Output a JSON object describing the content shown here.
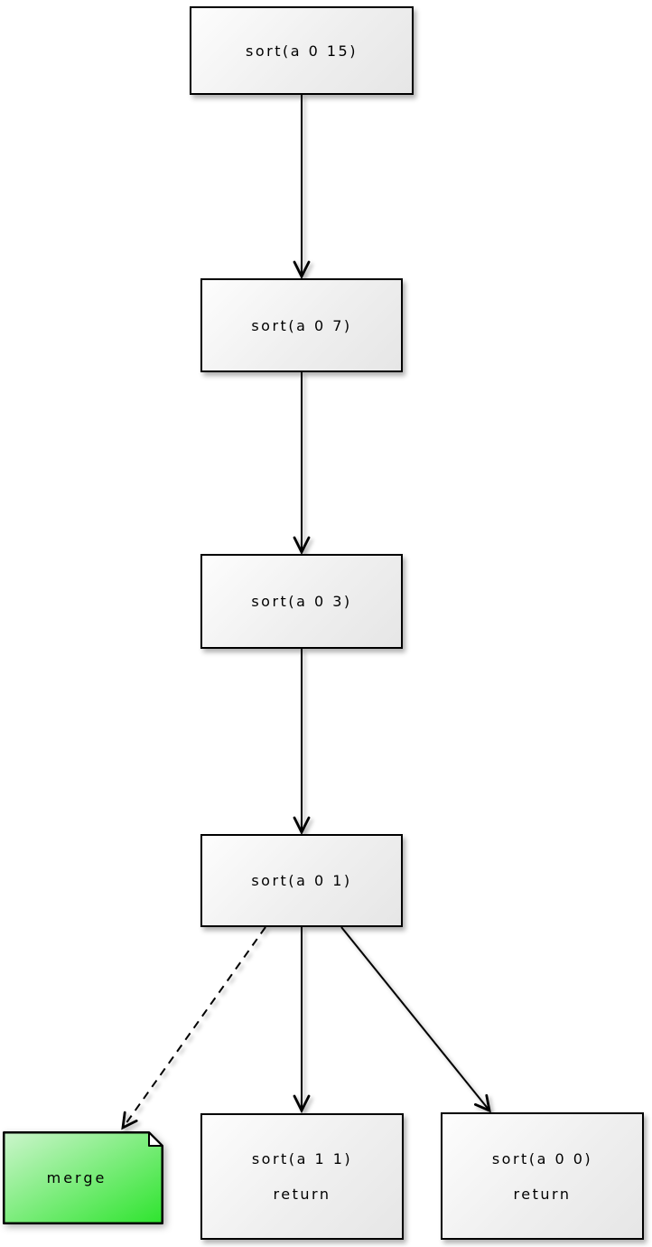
{
  "diagram": {
    "colors": {
      "background": "#ffffff",
      "node_border": "#000000",
      "node_fill_top": "#fdfdfd",
      "node_fill_bottom": "#e6e6e6",
      "note_fill_top_left": "#ccf5cc",
      "note_fill_bottom_right": "#2ee42e",
      "edge": "#000000",
      "text": "#000000"
    },
    "nodes": [
      {
        "id": "sort-0-15",
        "type": "activity",
        "label": "sort(a 0 15)"
      },
      {
        "id": "sort-0-7",
        "type": "activity",
        "label": "sort(a 0 7)"
      },
      {
        "id": "sort-0-3",
        "type": "activity",
        "label": "sort(a 0 3)"
      },
      {
        "id": "sort-0-1",
        "type": "activity",
        "label": "sort(a 0 1)"
      },
      {
        "id": "merge-note",
        "type": "note",
        "label": "merge"
      },
      {
        "id": "sort-1-1",
        "type": "activity",
        "label": "sort(a 1 1)",
        "sublabel": "return"
      },
      {
        "id": "sort-0-0",
        "type": "activity",
        "label": "sort(a 0 0)",
        "sublabel": "return"
      }
    ],
    "edges": [
      {
        "from": "sort-0-15",
        "to": "sort-0-7",
        "style": "solid",
        "arrowhead": "vee"
      },
      {
        "from": "sort-0-7",
        "to": "sort-0-3",
        "style": "solid",
        "arrowhead": "vee"
      },
      {
        "from": "sort-0-3",
        "to": "sort-0-1",
        "style": "solid",
        "arrowhead": "vee"
      },
      {
        "from": "sort-0-1",
        "to": "merge-note",
        "style": "dashed",
        "arrowhead": "vee"
      },
      {
        "from": "sort-0-1",
        "to": "sort-1-1",
        "style": "solid",
        "arrowhead": "vee"
      },
      {
        "from": "sort-0-1",
        "to": "sort-0-0",
        "style": "solid",
        "arrowhead": "vee"
      }
    ]
  }
}
